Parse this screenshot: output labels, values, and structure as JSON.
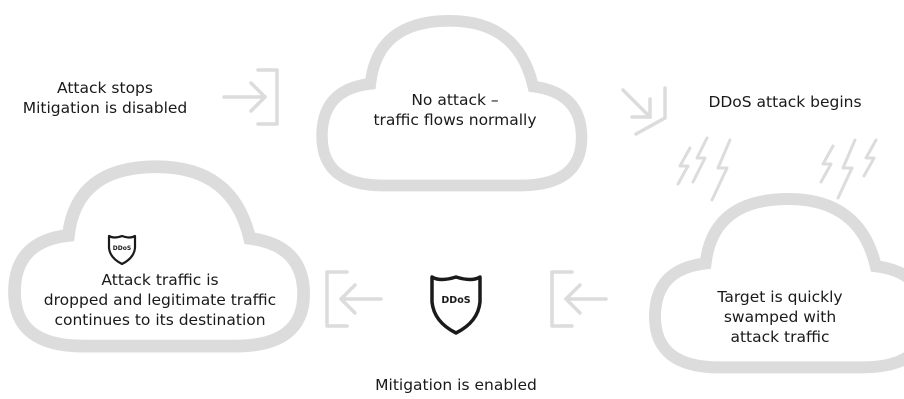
{
  "colors": {
    "shape_gray": "#dcdcdd",
    "text": "#1a1a1a",
    "shield": "#1a1a1a"
  },
  "icons": {
    "shield_large": "ddos-shield-icon",
    "shield_small": "ddos-shield-icon",
    "bolts": "lightning-bolt-icon",
    "arrow_in_right": "arrow-right-into-bracket-icon",
    "arrow_in_left": "arrow-left-into-bracket-icon",
    "arrow_down_right": "arrow-down-right-into-corner-icon"
  },
  "steps": {
    "attack_stops": {
      "line1": "Attack stops",
      "line2": "Mitigation is disabled"
    },
    "normal": {
      "line1": "No attack –",
      "line2": "traffic flows normally"
    },
    "attack_begins": {
      "label": "DDoS attack begins"
    },
    "swamped": {
      "line1": "Target is quickly",
      "line2": "swamped with",
      "line3": "attack traffic"
    },
    "mitigation_enabled": {
      "label": "Mitigation is enabled"
    },
    "dropped": {
      "line1": "Attack traffic is",
      "line2": "dropped and legitimate traffic",
      "line3": "continues to its destination"
    }
  },
  "shield_text": "DDoS"
}
